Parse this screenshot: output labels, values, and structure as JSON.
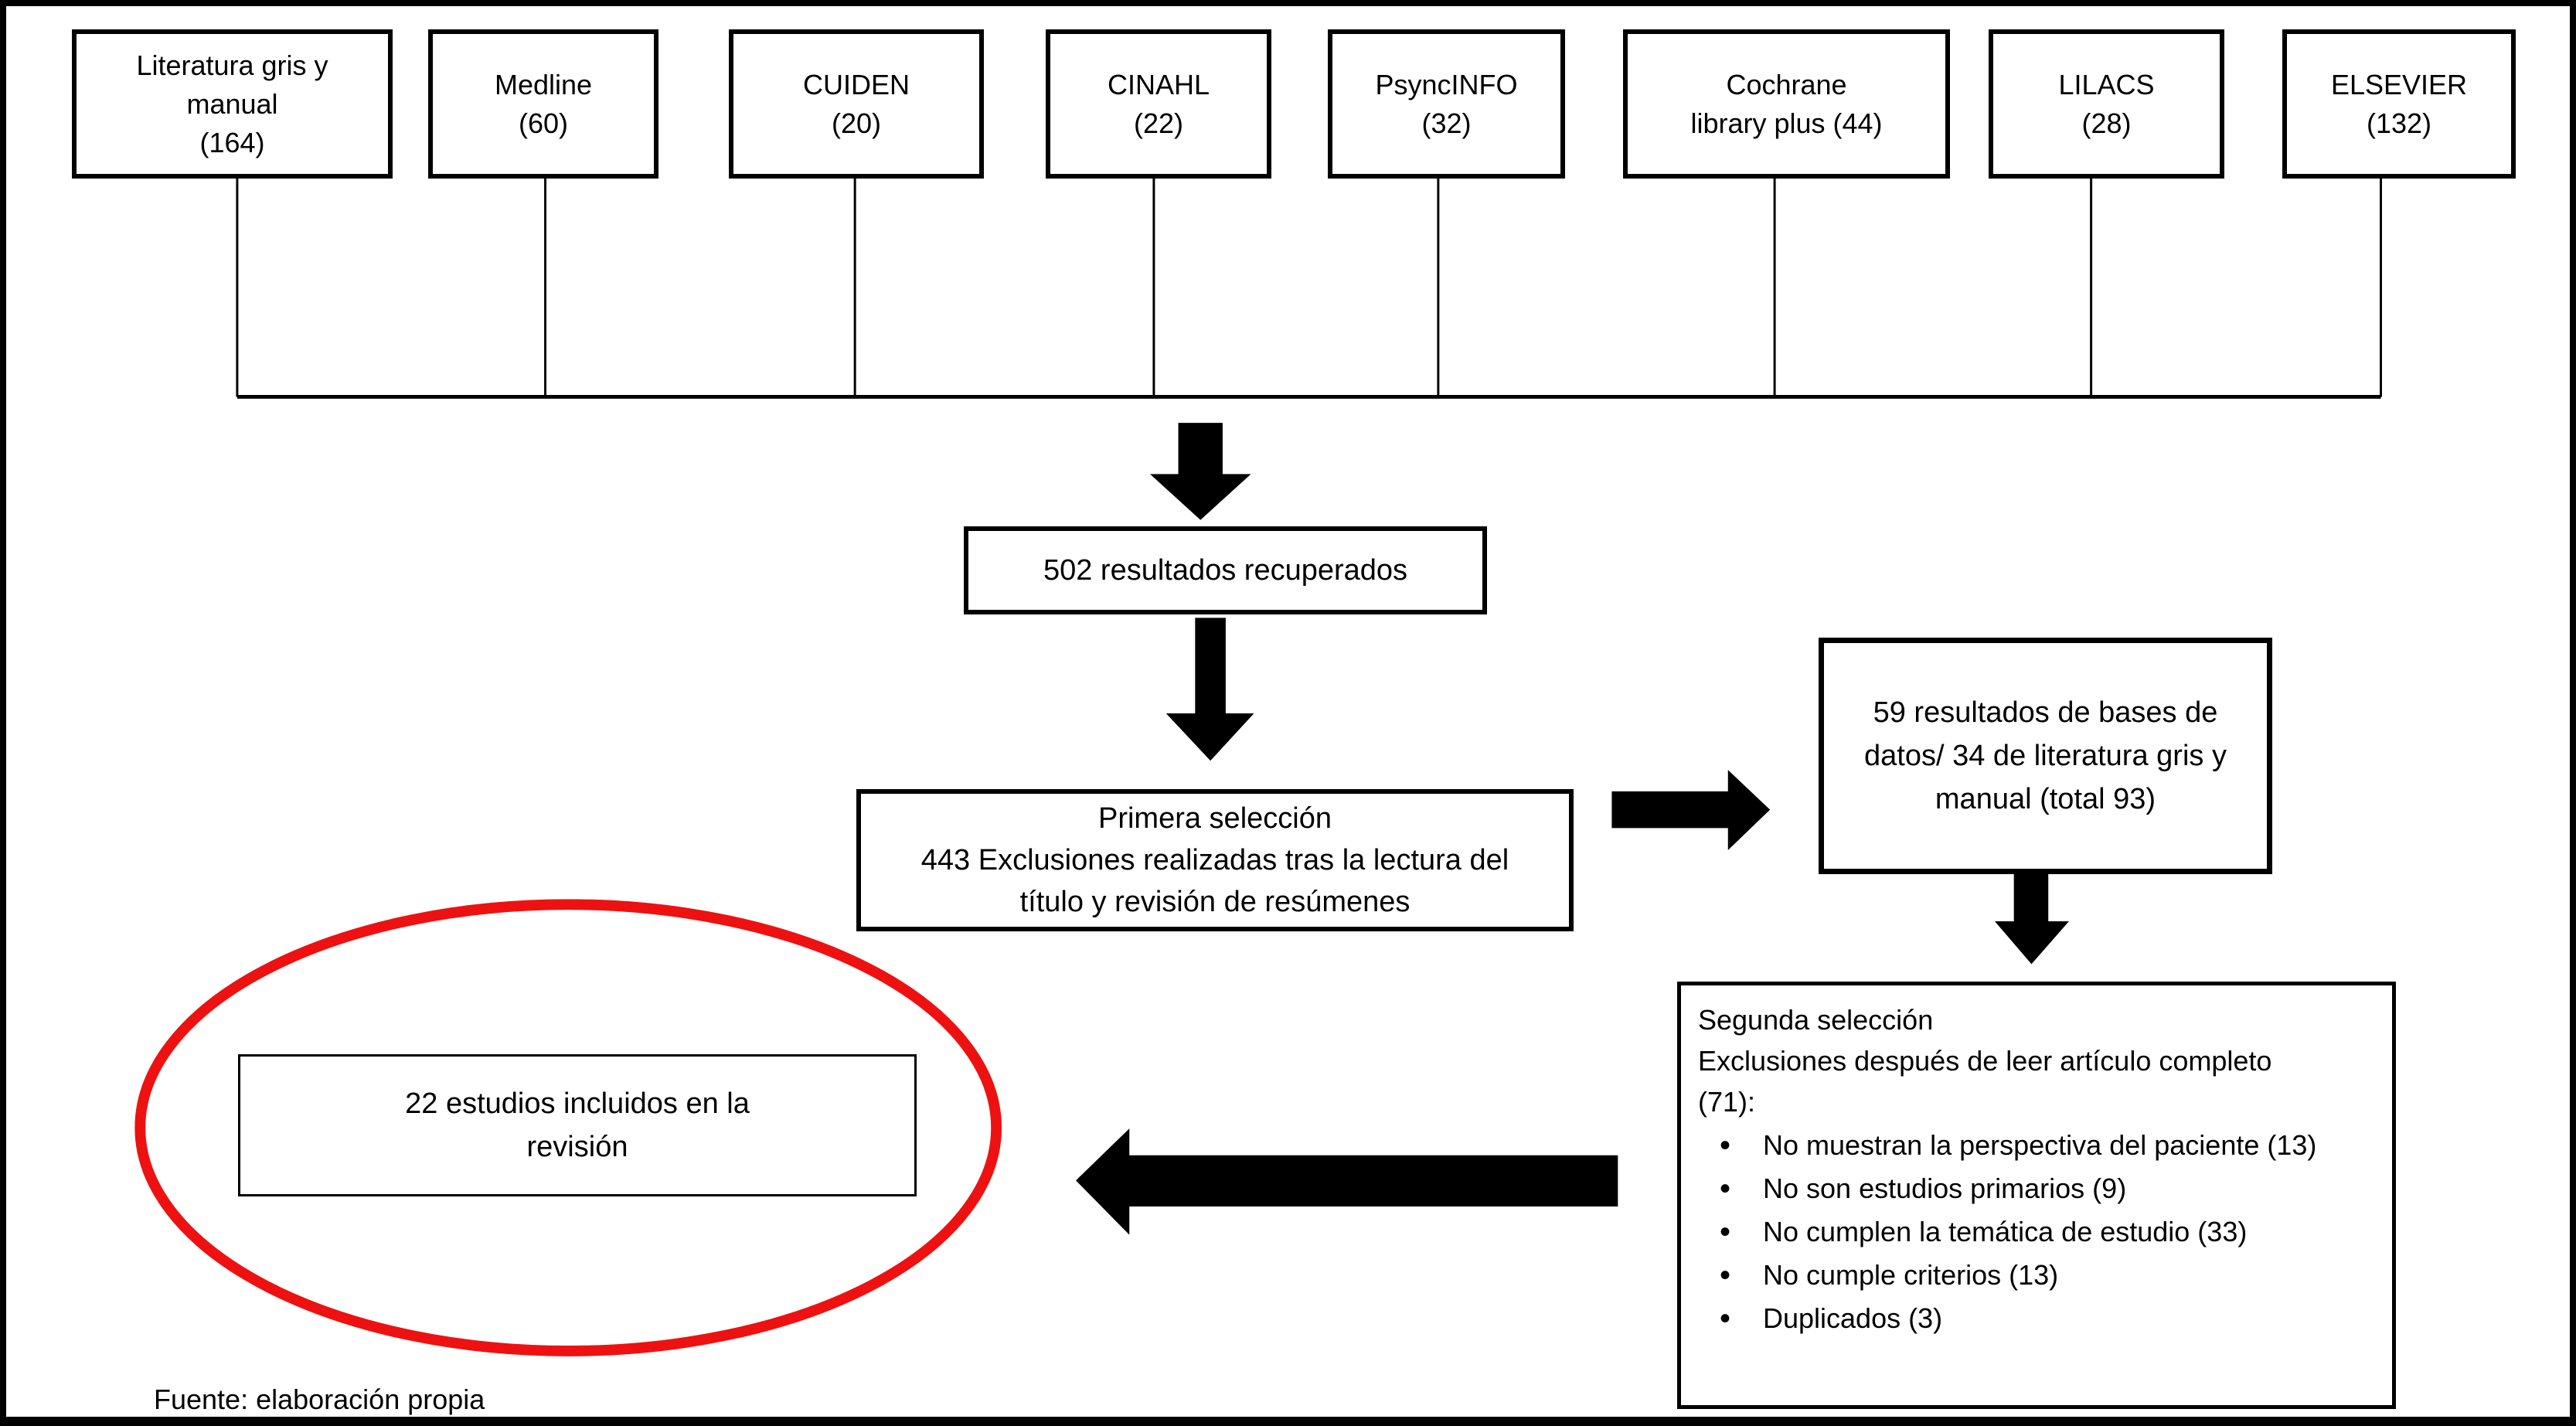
{
  "figure_type": "prisma-flow-diagram",
  "colors": {
    "accent_red": "#ee1111",
    "line_black": "#000000",
    "background": "#ffffff"
  },
  "sources": [
    {
      "label": "Literatura gris y\nmanual\n(164)"
    },
    {
      "label": "Medline\n(60)"
    },
    {
      "label": "CUIDEN\n(20)"
    },
    {
      "label": "CINAHL\n(22)"
    },
    {
      "label": "PsyncINFO\n(32)"
    },
    {
      "label": "Cochrane\nlibrary plus (44)"
    },
    {
      "label": "LILACS\n(28)"
    },
    {
      "label": "ELSEVIER\n(132)"
    }
  ],
  "nodes": {
    "retrieved": {
      "label": "502 resultados recuperados"
    },
    "first_selection": {
      "label": "Primera selección\n443 Exclusiones realizadas tras la lectura del\ntítulo y revisión de resúmenes"
    },
    "db_results": {
      "label": "59 resultados de bases de\ndatos/ 34 de literatura gris y\nmanual (total 93)"
    },
    "second_selection": {
      "head": "Segunda selección\nExclusiones después de leer artículo completo\n(71):",
      "bullets": [
        "No muestran la perspectiva del paciente (13)",
        "No son estudios primarios (9)",
        "No cumplen la temática de estudio (33)",
        "No cumple criterios (13)",
        "Duplicados (3)"
      ]
    },
    "included": {
      "label": "22 estudios incluidos en la\nrevisión"
    }
  },
  "footer": {
    "source_note": "Fuente: elaboración propia"
  }
}
